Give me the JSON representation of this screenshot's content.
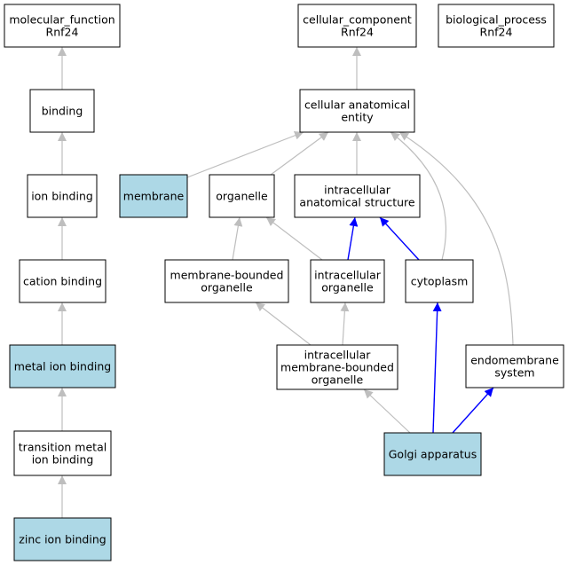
{
  "nodes": [
    {
      "id": "molecular_function",
      "lines": [
        "molecular_function",
        "Rnf24"
      ],
      "highlight": false
    },
    {
      "id": "binding",
      "lines": [
        "binding"
      ],
      "highlight": false
    },
    {
      "id": "ion_binding",
      "lines": [
        "ion binding"
      ],
      "highlight": false
    },
    {
      "id": "cation_binding",
      "lines": [
        "cation binding"
      ],
      "highlight": false
    },
    {
      "id": "metal_ion_binding",
      "lines": [
        "metal ion binding"
      ],
      "highlight": true
    },
    {
      "id": "transition_metal_ion_binding",
      "lines": [
        "transition metal",
        "ion binding"
      ],
      "highlight": false
    },
    {
      "id": "zinc_ion_binding",
      "lines": [
        "zinc ion binding"
      ],
      "highlight": true
    },
    {
      "id": "cellular_component",
      "lines": [
        "cellular_component",
        "Rnf24"
      ],
      "highlight": false
    },
    {
      "id": "biological_process",
      "lines": [
        "biological_process",
        "Rnf24"
      ],
      "highlight": false
    },
    {
      "id": "cellular_anatomical_entity",
      "lines": [
        "cellular anatomical",
        "entity"
      ],
      "highlight": false
    },
    {
      "id": "membrane",
      "lines": [
        "membrane"
      ],
      "highlight": true
    },
    {
      "id": "organelle",
      "lines": [
        "organelle"
      ],
      "highlight": false
    },
    {
      "id": "intracellular_anatomical_structure",
      "lines": [
        "intracellular",
        "anatomical structure"
      ],
      "highlight": false
    },
    {
      "id": "membrane_bounded_organelle",
      "lines": [
        "membrane-bounded",
        "organelle"
      ],
      "highlight": false
    },
    {
      "id": "intracellular_organelle",
      "lines": [
        "intracellular",
        "organelle"
      ],
      "highlight": false
    },
    {
      "id": "cytoplasm",
      "lines": [
        "cytoplasm"
      ],
      "highlight": false
    },
    {
      "id": "intracellular_membrane_bounded_organelle",
      "lines": [
        "intracellular",
        "membrane-bounded",
        "organelle"
      ],
      "highlight": false
    },
    {
      "id": "endomembrane_system",
      "lines": [
        "endomembrane",
        "system"
      ],
      "highlight": false
    },
    {
      "id": "golgi_apparatus",
      "lines": [
        "Golgi apparatus"
      ],
      "highlight": true
    }
  ],
  "edges": [
    {
      "from": "binding",
      "to": "molecular_function",
      "kind": "is_a"
    },
    {
      "from": "ion_binding",
      "to": "binding",
      "kind": "is_a"
    },
    {
      "from": "cation_binding",
      "to": "ion_binding",
      "kind": "is_a"
    },
    {
      "from": "metal_ion_binding",
      "to": "cation_binding",
      "kind": "is_a"
    },
    {
      "from": "transition_metal_ion_binding",
      "to": "metal_ion_binding",
      "kind": "is_a"
    },
    {
      "from": "zinc_ion_binding",
      "to": "transition_metal_ion_binding",
      "kind": "is_a"
    },
    {
      "from": "cellular_anatomical_entity",
      "to": "cellular_component",
      "kind": "is_a"
    },
    {
      "from": "membrane",
      "to": "cellular_anatomical_entity",
      "kind": "is_a"
    },
    {
      "from": "organelle",
      "to": "cellular_anatomical_entity",
      "kind": "is_a"
    },
    {
      "from": "intracellular_anatomical_structure",
      "to": "cellular_anatomical_entity",
      "kind": "is_a"
    },
    {
      "from": "cytoplasm",
      "to": "cellular_anatomical_entity",
      "kind": "is_a"
    },
    {
      "from": "endomembrane_system",
      "to": "cellular_anatomical_entity",
      "kind": "is_a"
    },
    {
      "from": "membrane_bounded_organelle",
      "to": "organelle",
      "kind": "is_a"
    },
    {
      "from": "intracellular_organelle",
      "to": "organelle",
      "kind": "is_a"
    },
    {
      "from": "intracellular_organelle",
      "to": "intracellular_anatomical_structure",
      "kind": "part_of"
    },
    {
      "from": "cytoplasm",
      "to": "intracellular_anatomical_structure",
      "kind": "part_of"
    },
    {
      "from": "intracellular_membrane_bounded_organelle",
      "to": "membrane_bounded_organelle",
      "kind": "is_a"
    },
    {
      "from": "intracellular_membrane_bounded_organelle",
      "to": "intracellular_organelle",
      "kind": "is_a"
    },
    {
      "from": "golgi_apparatus",
      "to": "intracellular_membrane_bounded_organelle",
      "kind": "is_a"
    },
    {
      "from": "golgi_apparatus",
      "to": "cytoplasm",
      "kind": "part_of"
    },
    {
      "from": "golgi_apparatus",
      "to": "endomembrane_system",
      "kind": "part_of"
    }
  ],
  "colors": {
    "highlight_fill": "#add8e6",
    "node_fill": "#ffffff",
    "node_stroke": "#000000",
    "is_a_edge": "#bebebe",
    "part_of_edge": "#0000ff"
  }
}
